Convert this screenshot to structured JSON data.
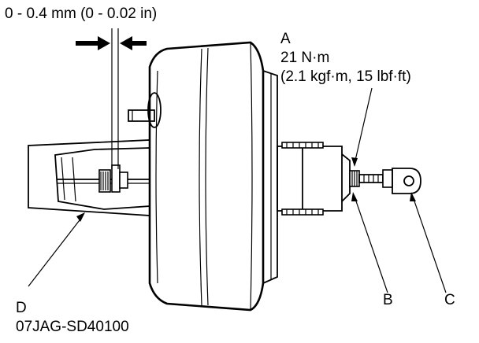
{
  "figure": {
    "clearance_spec": "0 - 0.4 mm (0 - 0.02 in)",
    "callout_a": {
      "letter": "A",
      "torque_metric": "21 N·m",
      "torque_alt": "(2.1 kgf·m, 15 lbf·ft)"
    },
    "callout_b": "B",
    "callout_c": "C",
    "callout_d": "D",
    "figure_id": "07JAG-SD40100"
  }
}
